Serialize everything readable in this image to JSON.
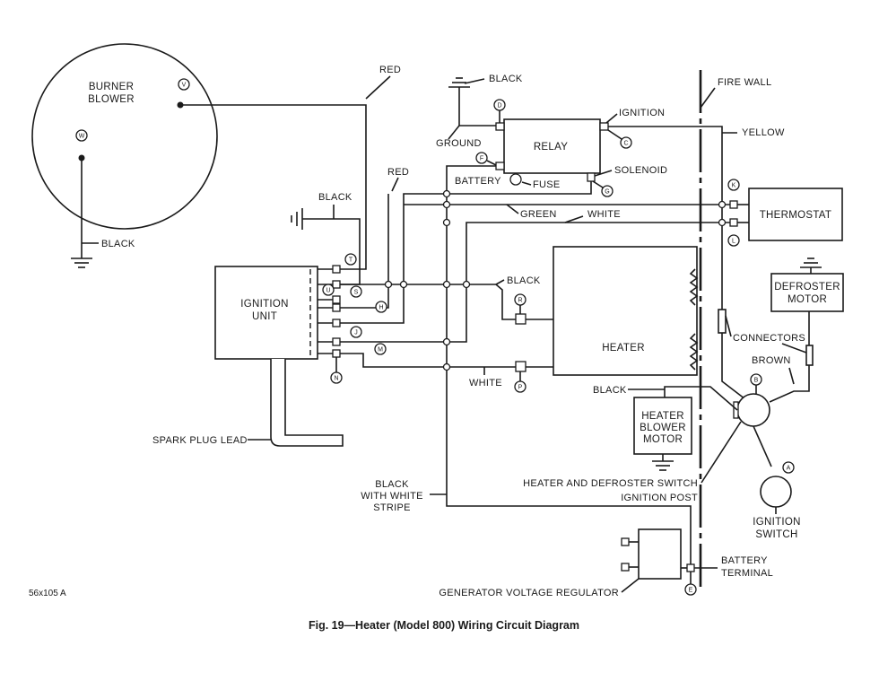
{
  "figure": {
    "caption": "Fig. 19—Heater (Model 800) Wiring Circuit Diagram",
    "code": "56x105 A"
  },
  "components": {
    "burner_blower": [
      "BURNER",
      "BLOWER"
    ],
    "relay": "RELAY",
    "ignition_unit": [
      "IGNITION",
      "UNIT"
    ],
    "heater": "HEATER",
    "thermostat": "THERMOSTAT",
    "defroster_motor": [
      "DEFROSTER",
      "MOTOR"
    ],
    "heater_blower_motor": [
      "HEATER",
      "BLOWER",
      "MOTOR"
    ],
    "ignition_switch": [
      "IGNITION",
      "SWITCH"
    ]
  },
  "labels": {
    "red_top": "RED",
    "black_ground_top": "BLACK",
    "ground": "GROUND",
    "ignition": "IGNITION",
    "battery": "BATTERY",
    "fuse": "FUSE",
    "solenoid": "SOLENOID",
    "red_mid": "RED",
    "black_ignition_ground": "BLACK",
    "green": "GREEN",
    "white_top": "WHITE",
    "black_burner_ground": "BLACK",
    "black_heater": "BLACK",
    "white_heater": "WHITE",
    "spark_plug_lead": "SPARK PLUG LEAD",
    "black_white_stripe": [
      "BLACK",
      "WITH WHITE",
      "STRIPE"
    ],
    "fire_wall": "FIRE WALL",
    "yellow": "YELLOW",
    "connectors": "CONNECTORS",
    "brown": "BROWN",
    "black_blower": "BLACK",
    "heater_defroster_switch": "HEATER AND DEFROSTER SWITCH",
    "ignition_post": "IGNITION POST",
    "battery_terminal": [
      "BATTERY",
      "TERMINAL"
    ],
    "generator_voltage_regulator": "GENERATOR VOLTAGE REGULATOR"
  },
  "terminals": {
    "v": "V",
    "w": "W",
    "d": "D",
    "c": "C",
    "f": "F",
    "g": "G",
    "t": "T",
    "u": "U",
    "s": "S",
    "h": "H",
    "j": "J",
    "m": "M",
    "n": "N",
    "r": "R",
    "p": "P",
    "k": "K",
    "l": "L",
    "b": "B",
    "a": "A",
    "e": "E"
  }
}
